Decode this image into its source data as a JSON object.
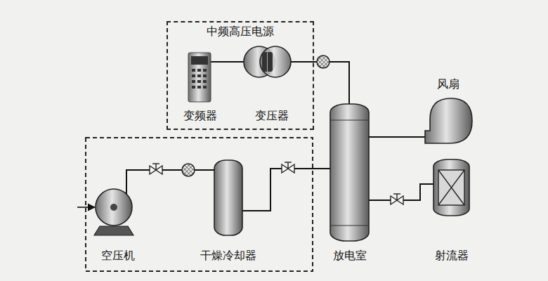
{
  "diagram": {
    "nodes": [
      {
        "text": [
          "中频高压电源"
        ]
      },
      {
        "text": [
          "变频器"
        ],
        "in": 0
      },
      {
        "text": [
          "变压器"
        ],
        "in": 0
      },
      {
        "text": [
          "风扇"
        ]
      },
      {
        "text": [
          "空压机"
        ]
      },
      {
        "text": [
          "干燥冷却器"
        ]
      },
      {
        "text": [
          "放电室"
        ]
      },
      {
        "text": [
          "射流器"
        ]
      }
    ],
    "edges": [
      {
        "from": 1,
        "to": 2,
        "arrow": "none"
      },
      {
        "from": 2,
        "to": 6,
        "arrow": "none"
      },
      {
        "from": 4,
        "to": 5,
        "arrow": "none"
      },
      {
        "from": 5,
        "to": 6,
        "arrow": "none"
      },
      {
        "from": 6,
        "to": 3,
        "arrow": "none"
      },
      {
        "from": 6,
        "to": 7,
        "arrow": "none"
      }
    ]
  }
}
